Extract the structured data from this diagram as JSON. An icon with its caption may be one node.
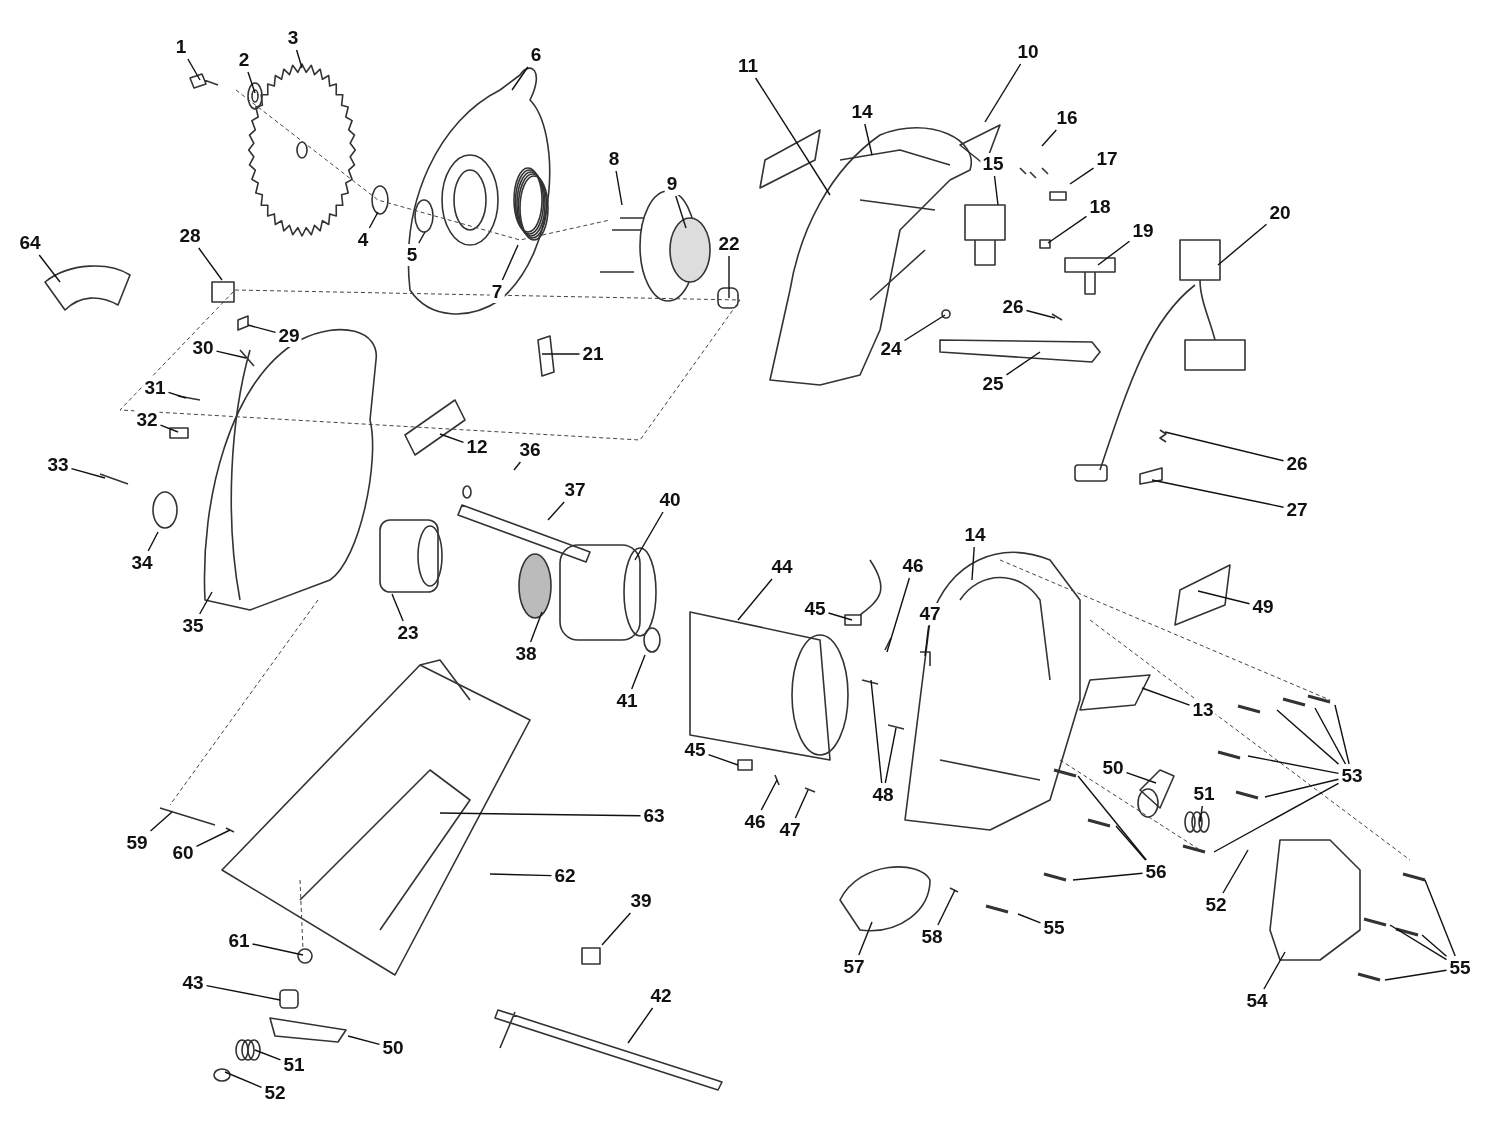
{
  "diagram": {
    "nodes": [
      {
        "text": [
          "3"
        ]
      },
      {
        "text": [
          "1"
        ]
      },
      {
        "text": [
          "10"
        ]
      },
      {
        "text": [
          "6"
        ]
      },
      {
        "text": [
          "2"
        ]
      },
      {
        "text": [
          "11"
        ]
      },
      {
        "text": [
          "14"
        ]
      },
      {
        "text": [
          "16"
        ]
      },
      {
        "text": [
          "8"
        ]
      },
      {
        "text": [
          "17"
        ]
      },
      {
        "text": [
          "15"
        ]
      },
      {
        "text": [
          "9"
        ]
      },
      {
        "text": [
          "18"
        ]
      },
      {
        "text": [
          "20"
        ]
      },
      {
        "text": [
          "19"
        ]
      },
      {
        "text": [
          "28"
        ]
      },
      {
        "text": [
          "4"
        ]
      },
      {
        "text": [
          "64"
        ]
      },
      {
        "text": [
          "22"
        ]
      },
      {
        "text": [
          "5"
        ]
      },
      {
        "text": [
          "7"
        ]
      },
      {
        "text": [
          "26"
        ]
      },
      {
        "text": [
          "29"
        ]
      },
      {
        "text": [
          "30"
        ]
      },
      {
        "text": [
          "24"
        ]
      },
      {
        "text": [
          "21"
        ]
      },
      {
        "text": [
          "25"
        ]
      },
      {
        "text": [
          "31"
        ]
      },
      {
        "text": [
          "32"
        ]
      },
      {
        "text": [
          "12"
        ]
      },
      {
        "text": [
          "36"
        ]
      },
      {
        "text": [
          "26"
        ]
      },
      {
        "text": [
          "33"
        ]
      },
      {
        "text": [
          "37"
        ]
      },
      {
        "text": [
          "40"
        ]
      },
      {
        "text": [
          "27"
        ]
      },
      {
        "text": [
          "14"
        ]
      },
      {
        "text": [
          "34"
        ]
      },
      {
        "text": [
          "44"
        ]
      },
      {
        "text": [
          "46"
        ]
      },
      {
        "text": [
          "49"
        ]
      },
      {
        "text": [
          "45"
        ]
      },
      {
        "text": [
          "47"
        ]
      },
      {
        "text": [
          "35"
        ]
      },
      {
        "text": [
          "23"
        ]
      },
      {
        "text": [
          "38"
        ]
      },
      {
        "text": [
          "41"
        ]
      },
      {
        "text": [
          "13"
        ]
      },
      {
        "text": [
          "45"
        ]
      },
      {
        "text": [
          "50"
        ]
      },
      {
        "text": [
          "53"
        ]
      },
      {
        "text": [
          "51"
        ]
      },
      {
        "text": [
          "48"
        ]
      },
      {
        "text": [
          "63"
        ]
      },
      {
        "text": [
          "46"
        ]
      },
      {
        "text": [
          "47"
        ]
      },
      {
        "text": [
          "59"
        ]
      },
      {
        "text": [
          "60"
        ]
      },
      {
        "text": [
          "56"
        ]
      },
      {
        "text": [
          "62"
        ]
      },
      {
        "text": [
          "39"
        ]
      },
      {
        "text": [
          "52"
        ]
      },
      {
        "text": [
          "55"
        ]
      },
      {
        "text": [
          "58"
        ]
      },
      {
        "text": [
          "61"
        ]
      },
      {
        "text": [
          "57"
        ]
      },
      {
        "text": [
          "55"
        ]
      },
      {
        "text": [
          "43"
        ]
      },
      {
        "text": [
          "42"
        ]
      },
      {
        "text": [
          "54"
        ]
      },
      {
        "text": [
          "50"
        ]
      },
      {
        "text": [
          "51"
        ]
      },
      {
        "text": [
          "52"
        ]
      }
    ],
    "edges": [
      {
        "from": 0,
        "to": null,
        "arrow": "none"
      },
      {
        "from": 1,
        "to": null,
        "arrow": "none"
      },
      {
        "from": 2,
        "to": null,
        "arrow": "none"
      },
      {
        "from": 3,
        "to": null,
        "arrow": "none"
      },
      {
        "from": 4,
        "to": null,
        "arrow": "none"
      },
      {
        "from": 5,
        "to": null,
        "arrow": "none"
      },
      {
        "from": 6,
        "to": null,
        "arrow": "none"
      },
      {
        "from": 7,
        "to": null,
        "arrow": "none"
      },
      {
        "from": 8,
        "to": null,
        "arrow": "none"
      },
      {
        "from": 9,
        "to": null,
        "arrow": "none"
      },
      {
        "from": 10,
        "to": null,
        "arrow": "none"
      },
      {
        "from": 11,
        "to": null,
        "arrow": "none"
      },
      {
        "from": 12,
        "to": null,
        "arrow": "none"
      },
      {
        "from": 13,
        "to": null,
        "arrow": "none"
      },
      {
        "from": 14,
        "to": null,
        "arrow": "none"
      },
      {
        "from": 15,
        "to": null,
        "arrow": "none"
      },
      {
        "from": 16,
        "to": null,
        "arrow": "none"
      },
      {
        "from": 17,
        "to": null,
        "arrow": "none"
      },
      {
        "from": 18,
        "to": null,
        "arrow": "none"
      },
      {
        "from": 19,
        "to": null,
        "arrow": "none"
      },
      {
        "from": 20,
        "to": null,
        "arrow": "none"
      },
      {
        "from": 21,
        "to": null,
        "arrow": "none"
      },
      {
        "from": 22,
        "to": null,
        "arrow": "none"
      },
      {
        "from": 23,
        "to": null,
        "arrow": "none"
      },
      {
        "from": 24,
        "to": null,
        "arrow": "none"
      },
      {
        "from": 25,
        "to": null,
        "arrow": "none"
      },
      {
        "from": 26,
        "to": null,
        "arrow": "none"
      },
      {
        "from": 27,
        "to": null,
        "arrow": "none"
      },
      {
        "from": 28,
        "to": null,
        "arrow": "none"
      },
      {
        "from": 29,
        "to": null,
        "arrow": "none"
      },
      {
        "from": 30,
        "to": null,
        "arrow": "none"
      },
      {
        "from": 31,
        "to": null,
        "arrow": "none"
      },
      {
        "from": 32,
        "to": null,
        "arrow": "none"
      },
      {
        "from": 33,
        "to": null,
        "arrow": "none"
      },
      {
        "from": 34,
        "to": null,
        "arrow": "none"
      },
      {
        "from": 35,
        "to": null,
        "arrow": "none"
      },
      {
        "from": 36,
        "to": null,
        "arrow": "none"
      },
      {
        "from": 37,
        "to": null,
        "arrow": "none"
      },
      {
        "from": 38,
        "to": null,
        "arrow": "none"
      },
      {
        "from": 39,
        "to": null,
        "arrow": "none"
      },
      {
        "from": 40,
        "to": null,
        "arrow": "none"
      },
      {
        "from": 41,
        "to": null,
        "arrow": "none"
      },
      {
        "from": 42,
        "to": null,
        "arrow": "none"
      },
      {
        "from": 43,
        "to": null,
        "arrow": "none"
      },
      {
        "from": 44,
        "to": null,
        "arrow": "none"
      },
      {
        "from": 45,
        "to": null,
        "arrow": "none"
      },
      {
        "from": 46,
        "to": null,
        "arrow": "none"
      },
      {
        "from": 47,
        "to": null,
        "arrow": "none"
      },
      {
        "from": 48,
        "to": null,
        "arrow": "none"
      },
      {
        "from": 49,
        "to": null,
        "arrow": "none"
      },
      {
        "from": 50,
        "to": null,
        "arrow": "none"
      },
      {
        "from": 50,
        "to": null,
        "arrow": "none"
      },
      {
        "from": 50,
        "to": null,
        "arrow": "none"
      },
      {
        "from": 50,
        "to": null,
        "arrow": "none"
      },
      {
        "from": 50,
        "to": null,
        "arrow": "none"
      },
      {
        "from": 50,
        "to": null,
        "arrow": "none"
      },
      {
        "from": 51,
        "to": null,
        "arrow": "none"
      },
      {
        "from": 52,
        "to": null,
        "arrow": "none"
      },
      {
        "from": 52,
        "to": null,
        "arrow": "none"
      },
      {
        "from": 53,
        "to": null,
        "arrow": "none"
      },
      {
        "from": 54,
        "to": null,
        "arrow": "none"
      },
      {
        "from": 55,
        "to": null,
        "arrow": "none"
      },
      {
        "from": 56,
        "to": null,
        "arrow": "none"
      },
      {
        "from": 57,
        "to": null,
        "arrow": "none"
      },
      {
        "from": 58,
        "to": null,
        "arrow": "none"
      },
      {
        "from": 58,
        "to": null,
        "arrow": "none"
      },
      {
        "from": 58,
        "to": null,
        "arrow": "none"
      },
      {
        "from": 59,
        "to": null,
        "arrow": "none"
      },
      {
        "from": 60,
        "to": null,
        "arrow": "none"
      },
      {
        "from": 61,
        "to": null,
        "arrow": "none"
      },
      {
        "from": 62,
        "to": null,
        "arrow": "none"
      },
      {
        "from": 63,
        "to": null,
        "arrow": "none"
      },
      {
        "from": 64,
        "to": null,
        "arrow": "none"
      },
      {
        "from": 65,
        "to": null,
        "arrow": "none"
      },
      {
        "from": 66,
        "to": null,
        "arrow": "none"
      },
      {
        "from": 66,
        "to": null,
        "arrow": "none"
      },
      {
        "from": 66,
        "to": null,
        "arrow": "none"
      },
      {
        "from": 66,
        "to": null,
        "arrow": "none"
      },
      {
        "from": 67,
        "to": null,
        "arrow": "none"
      },
      {
        "from": 68,
        "to": null,
        "arrow": "none"
      },
      {
        "from": 69,
        "to": null,
        "arrow": "none"
      },
      {
        "from": 70,
        "to": null,
        "arrow": "none"
      },
      {
        "from": 71,
        "to": null,
        "arrow": "none"
      },
      {
        "from": 72,
        "to": null,
        "arrow": "none"
      }
    ]
  }
}
